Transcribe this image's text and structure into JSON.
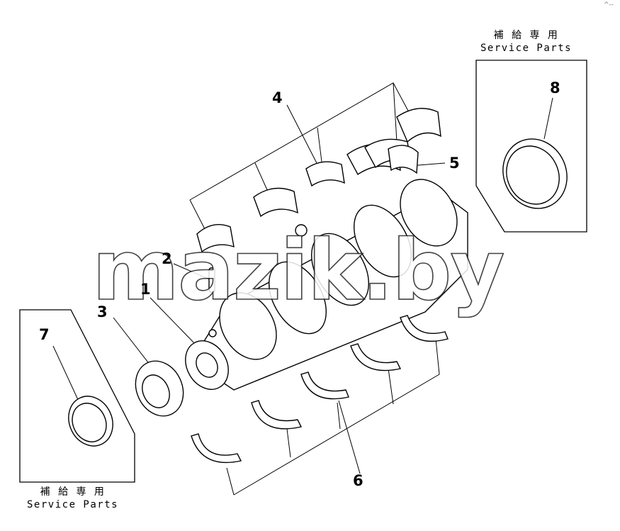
{
  "callouts": [
    "1",
    "2",
    "3",
    "4",
    "5",
    "6",
    "7",
    "8"
  ],
  "service_parts_top": {
    "jp": "補 給 専 用",
    "en": "Service Parts"
  },
  "service_parts_bottom": {
    "jp": "補 給 専 用",
    "en": "Service Parts"
  },
  "watermark": "mazik.by",
  "corner_mark": "^--",
  "icons": [
    "crankshaft",
    "main-bearing-shell",
    "thrust-bearing",
    "gear",
    "oil-seal",
    "dowel-pin"
  ]
}
